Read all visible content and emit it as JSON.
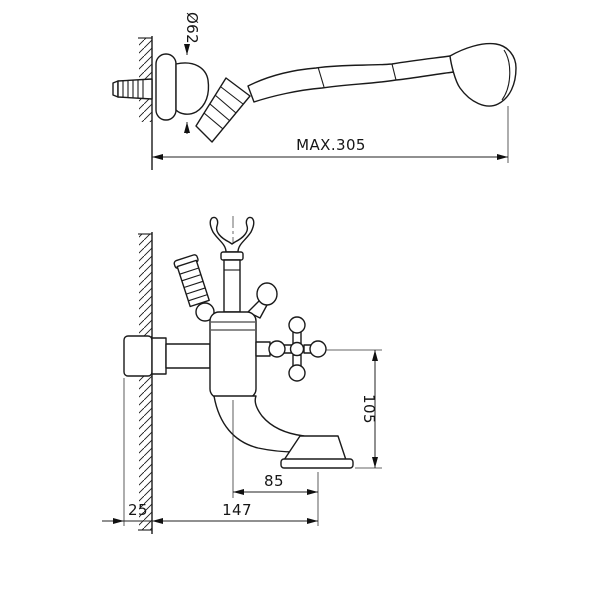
{
  "page": {
    "background": "#ffffff",
    "ink": "#1a1a1a"
  },
  "drawing": {
    "dimensions": {
      "bracket_diameter": "Ø62",
      "max_reach": "MAX.305",
      "spout_height": "105",
      "spout_offset": "85",
      "total_depth": "147",
      "wall_plate": "25"
    }
  }
}
